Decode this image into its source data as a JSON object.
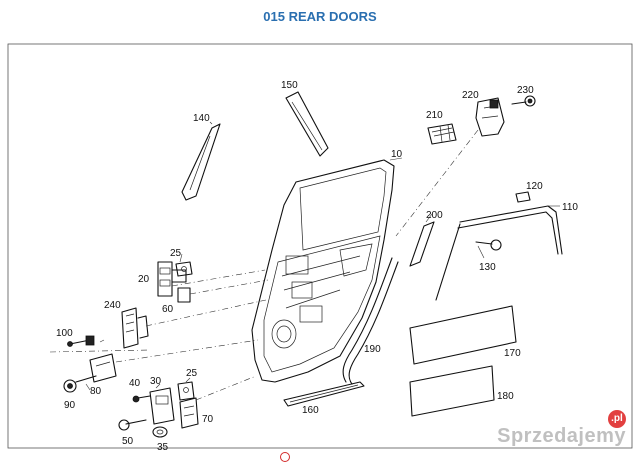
{
  "title": "015 REAR DOORS",
  "watermark": {
    "text": "Sprzedajemy",
    "badge": ".pl"
  },
  "part_labels": {
    "p10": "10",
    "p20": "20",
    "p25a": "25",
    "p25b": "25",
    "p30": "30",
    "p35": "35",
    "p40": "40",
    "p50": "50",
    "p60": "60",
    "p70": "70",
    "p80": "80",
    "p90": "90",
    "p100": "100",
    "p110": "110",
    "p120": "120",
    "p130": "130",
    "p140": "140",
    "p150": "150",
    "p160": "160",
    "p170": "170",
    "p180": "180",
    "p190": "190",
    "p200": "200",
    "p210": "210",
    "p220": "220",
    "p230": "230",
    "p240": "240"
  },
  "colors": {
    "title": "#2a6fb0",
    "lines": "#111111",
    "indicator": "#d32a2a"
  }
}
